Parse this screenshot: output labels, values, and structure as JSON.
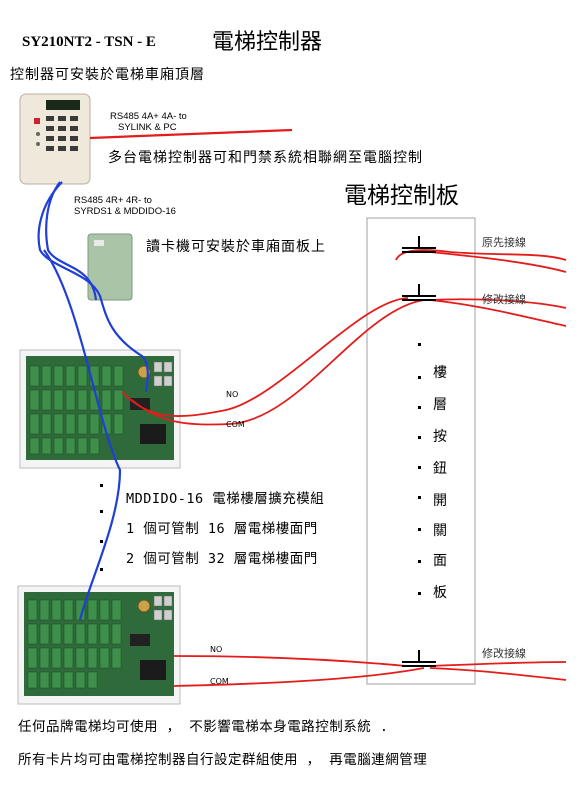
{
  "header": {
    "model": "SY210NT2 - TSN - E",
    "title_cn": "電梯控制器"
  },
  "notes": {
    "install": "控制器可安裝於電梯車廂頂層",
    "rs485_top_line1": "RS485 4A+ 4A- to",
    "rs485_top_line2": "SYLINK & PC",
    "network": "多台電梯控制器可和門禁系統相聯網至電腦控制",
    "rs485_mid_line1": "RS485 4R+ 4R-  to",
    "rs485_mid_line2": "SYRDS1 & MDDIDO-16",
    "reader": "讀卡機可安裝於車廂面板上"
  },
  "board": {
    "title": "電梯控制板",
    "vertical_label": [
      "樓",
      "層",
      "按",
      "鈕",
      "開",
      "關",
      "面",
      "板"
    ],
    "wire_original": "原先接線",
    "wire_modified_1": "修改接線",
    "wire_modified_2": "修改接線"
  },
  "module": {
    "no_label_1": "NO",
    "com_label_1": "COM",
    "no_label_2": "NO",
    "com_label_2": "COM",
    "features": [
      "MDDIDO-16  電梯樓層擴充模組",
      "1 個可管制 16 層電梯樓面門",
      "2 個可管制 32 層電梯樓面門"
    ]
  },
  "footer": {
    "line1": "任何品牌電梯均可使用 ， 不影響電梯本身電路控制系統 .",
    "line2": "所有卡片均可由電梯控制器自行設定群組使用 ， 再電腦連網管理"
  },
  "colors": {
    "red_wire": "#e31c1c",
    "blue_wire": "#1f3fd6",
    "pcb_green": "#2f6b3a",
    "relay_green": "#3d8f4a",
    "panel_border": "#9a9a9a"
  }
}
